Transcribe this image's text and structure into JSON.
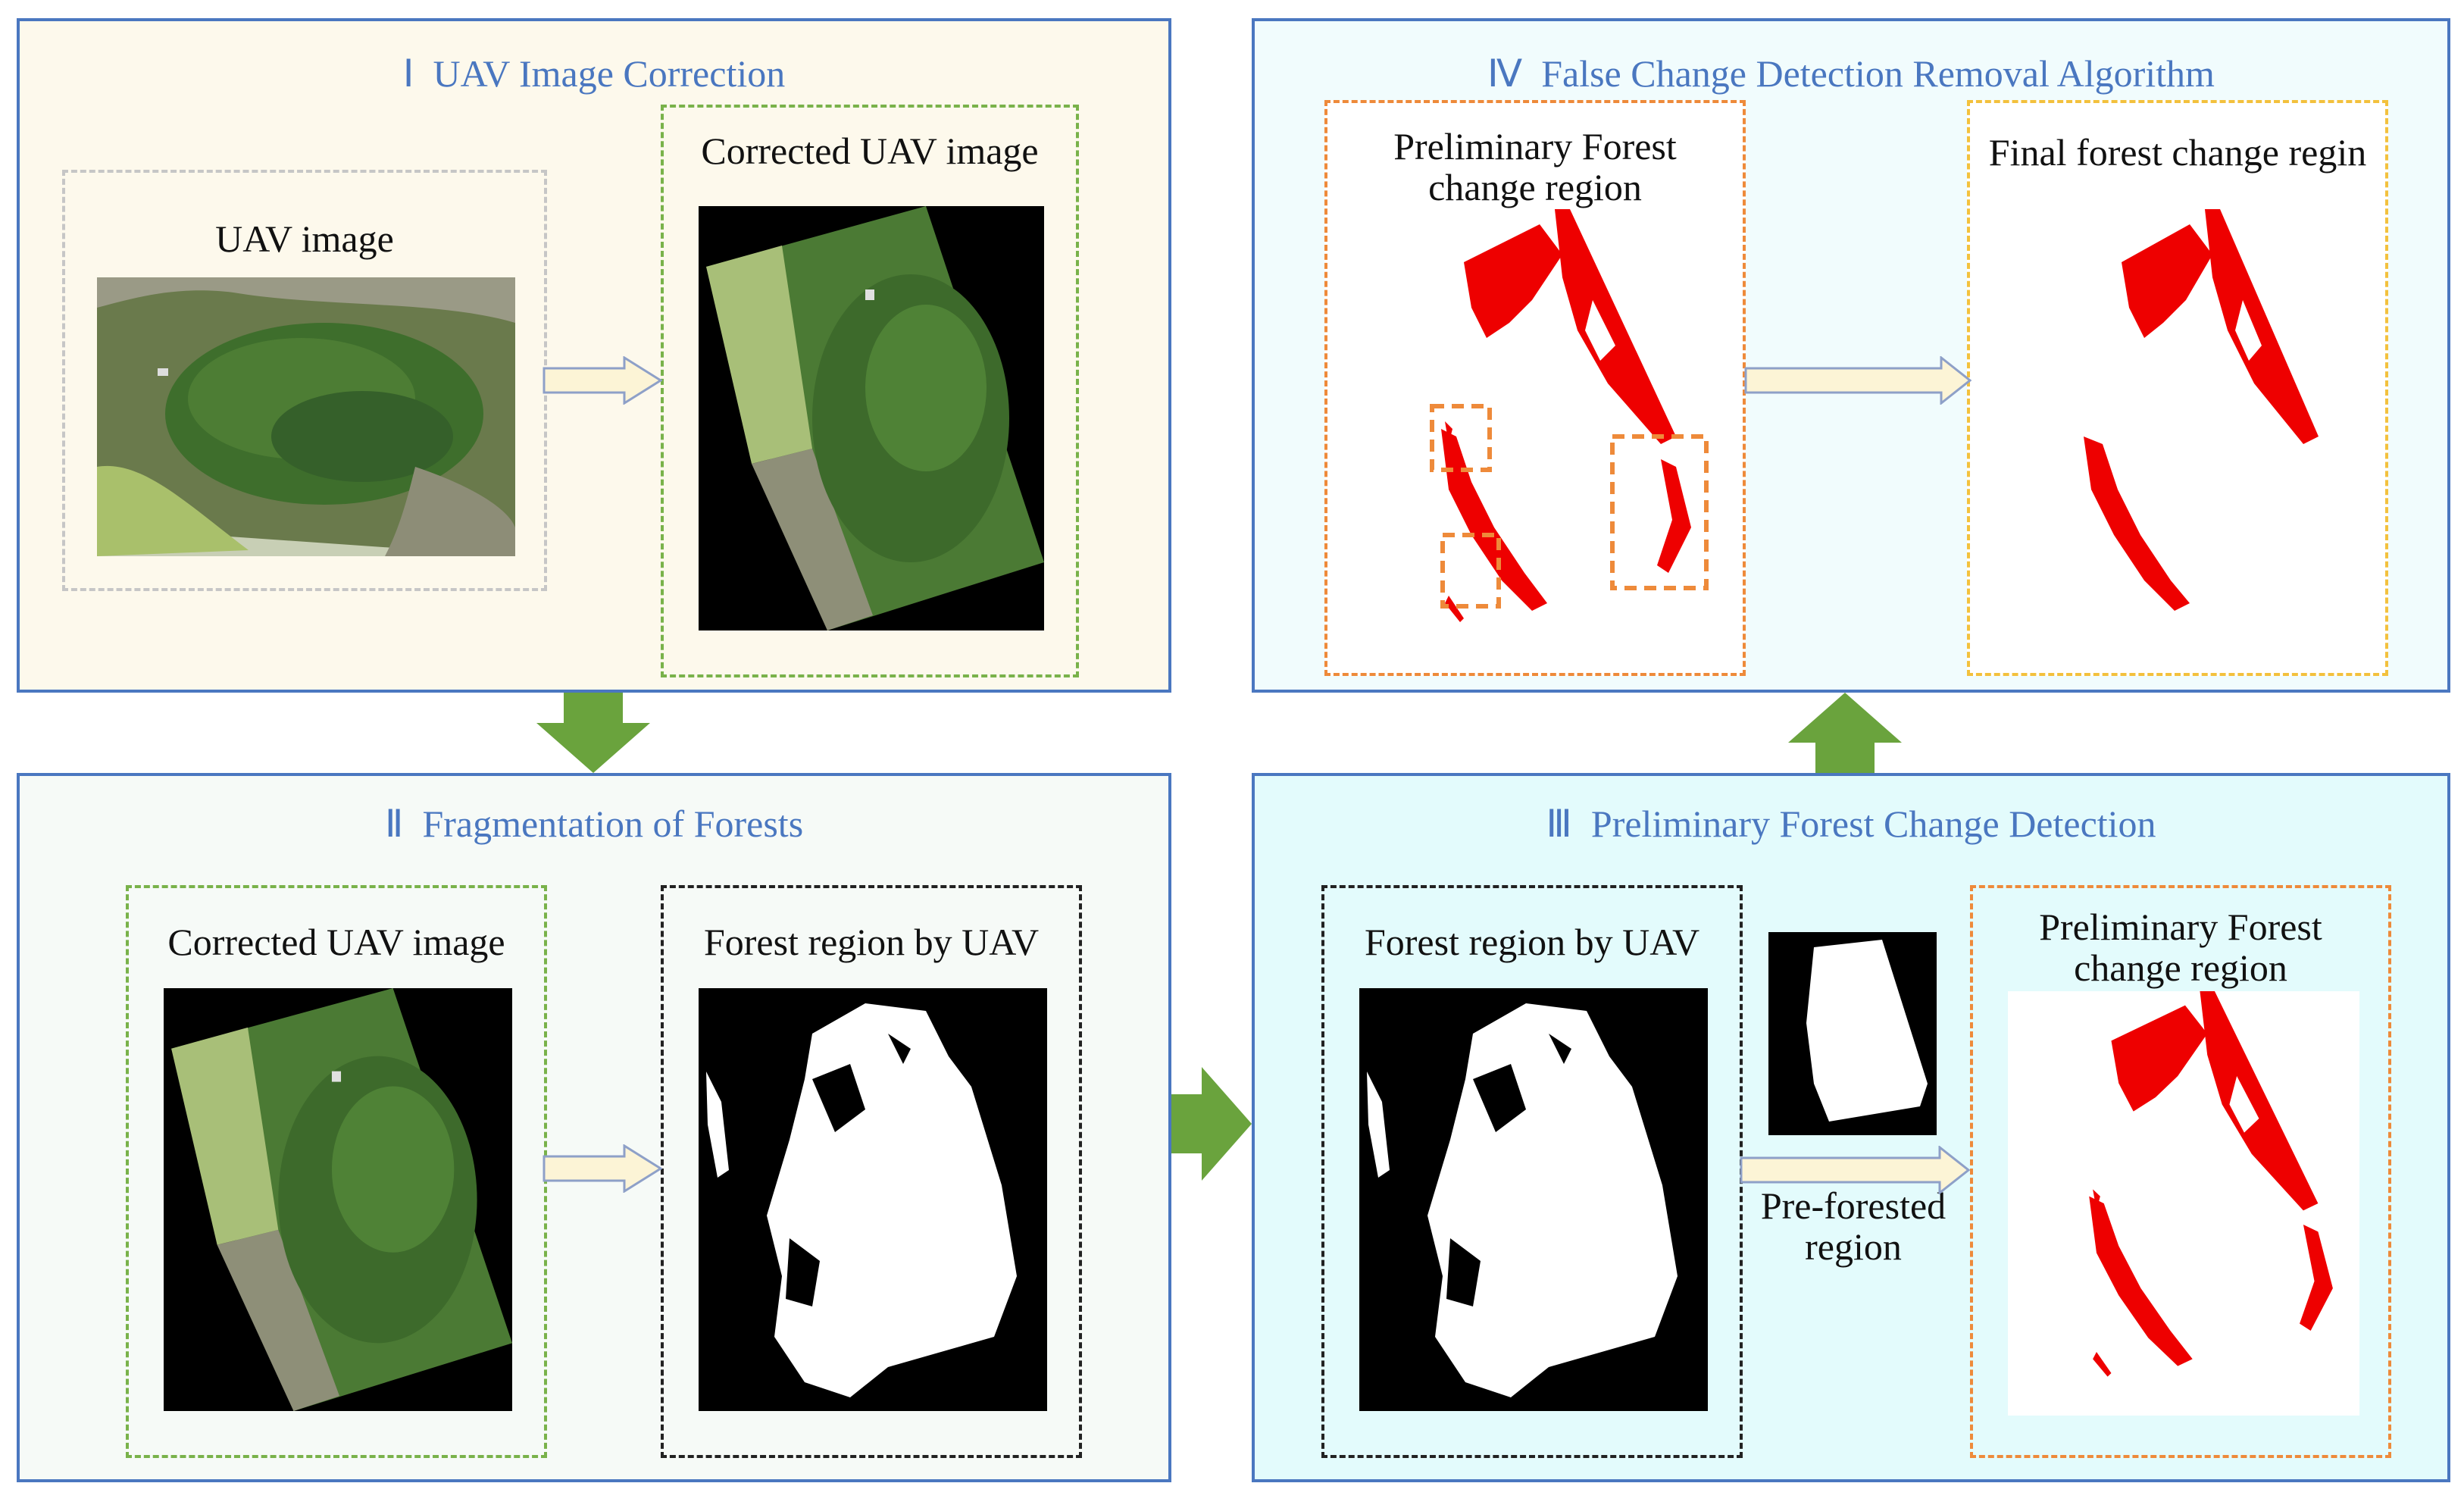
{
  "panels": {
    "p1": {
      "numeral": "Ⅰ",
      "title": "UAV Image Correction"
    },
    "p2": {
      "numeral": "Ⅱ",
      "title": "Fragmentation of Forests"
    },
    "p3": {
      "numeral": "Ⅲ",
      "title": "Preliminary Forest Change Detection"
    },
    "p4": {
      "numeral": "Ⅳ",
      "title": "False Change Detection Removal Algorithm"
    }
  },
  "labels": {
    "uav_image": "UAV image",
    "corrected_uav_image": "Corrected UAV image",
    "forest_region_by_uav": "Forest region by UAV",
    "preliminary_line1": "Preliminary Forest",
    "preliminary_line2": "change region",
    "final_forest_change": "Final forest change regin",
    "pre_forested_line1": "Pre-forested",
    "pre_forested_line2": "region"
  },
  "colors": {
    "panel_border": "#4a77c0",
    "title_text": "#4a77c0",
    "panel1_bg": "#fdf9ec",
    "panel2_bg": "#f6faf7",
    "panel3_bg": "#e3fbfc",
    "panel4_bg": "#f1fcfd",
    "flow_arrow_green": "#6aa33d",
    "step_arrow_fill": "#fcf4d6",
    "step_arrow_stroke": "#8ea0c8",
    "change_red": "#ee0000",
    "dash_green": "#79b24a",
    "dash_gray": "#c6c6c6",
    "dash_black": "#222222",
    "dash_orange": "#ee8a3a",
    "dash_yellow": "#f3c13d"
  }
}
